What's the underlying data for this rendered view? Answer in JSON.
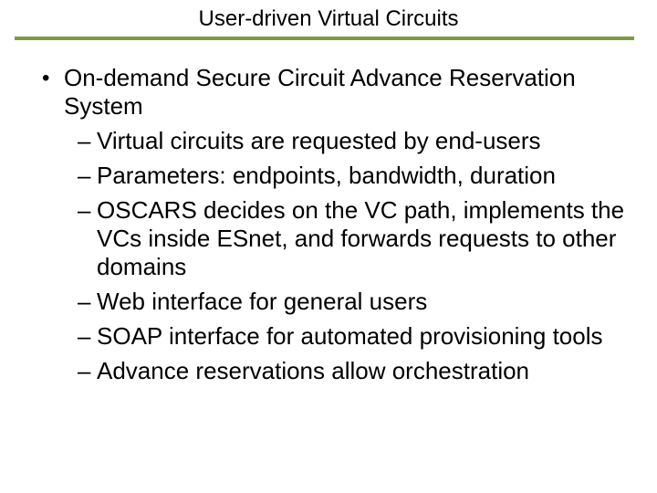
{
  "slide": {
    "title": "User-driven Virtual Circuits",
    "accent_color": "#7D9B3C",
    "text_color": "#000000",
    "background_color": "#FFFFFF",
    "bullets": [
      {
        "level": 1,
        "marker": "•",
        "text": "On-demand Secure Circuit Advance Reservation System"
      },
      {
        "level": 2,
        "marker": "–",
        "text": "Virtual circuits are requested by end-users"
      },
      {
        "level": 2,
        "marker": "–",
        "text": "Parameters: endpoints, bandwidth, duration"
      },
      {
        "level": 2,
        "marker": "–",
        "text": "OSCARS decides on the VC path, implements the VCs inside ESnet, and forwards requests to other domains"
      },
      {
        "level": 2,
        "marker": "–",
        "text": "Web interface for general users"
      },
      {
        "level": 2,
        "marker": "–",
        "text": "SOAP interface for automated provisioning tools"
      },
      {
        "level": 2,
        "marker": "–",
        "text": "Advance reservations allow orchestration"
      }
    ]
  }
}
